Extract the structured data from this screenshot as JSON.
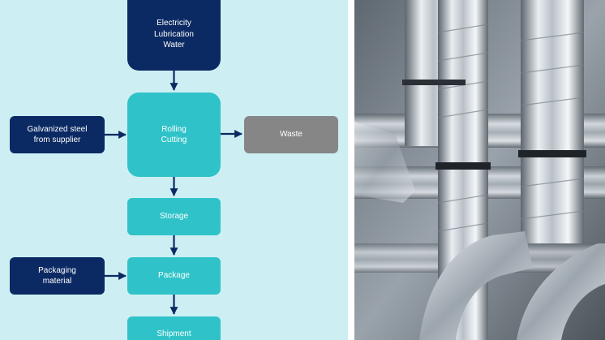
{
  "diagram": {
    "nodes": {
      "energy": "Electricity\nLubrication\nWater",
      "rolling": "Rolling\nCutting",
      "galvanized": "Galvanized steel\nfrom supplier",
      "waste": "Waste",
      "storage": "Storage",
      "packaging_material": "Packaging\nmaterial",
      "package": "Package",
      "shipment": "Shipment"
    },
    "edges": [
      [
        "energy",
        "rolling"
      ],
      [
        "galvanized",
        "rolling"
      ],
      [
        "rolling",
        "waste"
      ],
      [
        "rolling",
        "storage"
      ],
      [
        "storage",
        "package"
      ],
      [
        "packaging_material",
        "package"
      ],
      [
        "package",
        "shipment"
      ]
    ]
  },
  "colors": {
    "panel_background": "#cdeff3",
    "input_box": "#0b2a63",
    "process_box": "#2fc3c9",
    "waste_box": "#868686",
    "arrow": "#0b2a63"
  },
  "photo": {
    "icon": "ventilation-ducts-photo"
  }
}
